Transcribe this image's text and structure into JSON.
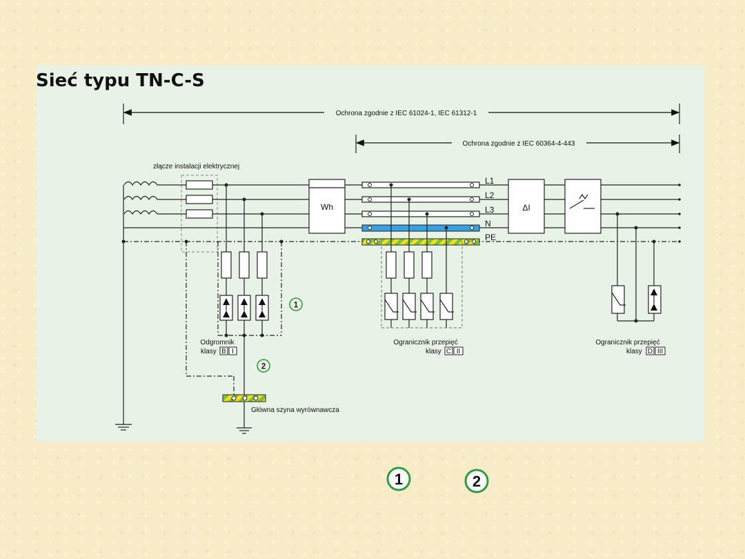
{
  "title": "Sieć typu TN-C-S",
  "range1": "Ochrona zgodnie z IEC 61024-1, IEC 61312-1",
  "range2": "Ochrona zgodnie z IEC 60364-4-443",
  "connection_label": "złącze instalacji elektrycznej",
  "meter": "Wh",
  "rcd": "ΔI",
  "conductors": [
    "L1",
    "L2",
    "L3",
    "N",
    "PE"
  ],
  "arrester_b_line1": "Odgromnik",
  "arrester_b_line2": "klasy",
  "class_b": "B",
  "class_b2": "I",
  "limiter_c_line1": "Ogranicznik przepięć",
  "limiter_c_line2": "klasy",
  "class_c": "C",
  "class_c2": "II",
  "limiter_d_line1": "Ogranicznik przepięć",
  "limiter_d_line2": "klasy",
  "class_d": "D",
  "class_d2": "III",
  "busbar_label": "Główna szyna wyrównawcza",
  "marker1": "1",
  "marker2": "2",
  "colors": {
    "panel": "#e8f2e6",
    "neutral": "#3aa0e0",
    "pe_green": "#7cc242",
    "pe_yellow": "#f0e020",
    "marker": "#2f9a3f"
  }
}
